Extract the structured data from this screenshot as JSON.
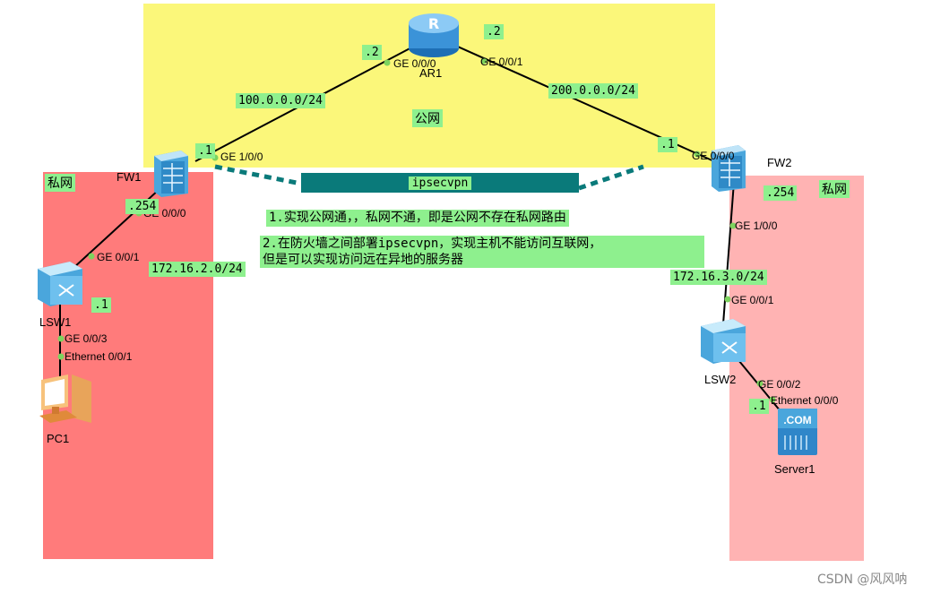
{
  "zones": {
    "public_label": "公网",
    "private_left_label": "私网",
    "private_right_label": "私网"
  },
  "devices": {
    "ar1": "AR1",
    "fw1": "FW1",
    "fw2": "FW2",
    "lsw1": "LSW1",
    "lsw2": "LSW2",
    "pc1": "PC1",
    "server1": "Server1"
  },
  "interfaces": {
    "ar1_left": "GE 0/0/0",
    "ar1_right": "GE 0/0/1",
    "fw1_up": "GE 1/0/0",
    "fw1_down": "GE 0/0/0",
    "lsw1_up": "GE 0/0/1",
    "lsw1_down": "GE 0/0/3",
    "pc1_port": "Ethernet 0/0/1",
    "fw2_up": "GE 0/0/0",
    "fw2_down": "GE 1/0/0",
    "lsw2_up": "GE 0/0/1",
    "lsw2_down": "GE 0/0/2",
    "server1_port": "Ethernet 0/0/0"
  },
  "addresses": {
    "ar1_left_host": ".2",
    "ar1_right_host": ".2",
    "net_left": "100.0.0.0/24",
    "net_right": "200.0.0.0/24",
    "fw1_host": ".1",
    "fw2_host": ".1",
    "fw1_inside_host": ".254",
    "fw2_inside_host": ".254",
    "lan_left": "172.16.2.0/24",
    "lan_right": "172.16.3.0/24",
    "pc1_host": ".1",
    "server1_host": ".1"
  },
  "vpn_label": "ipsecvpn",
  "notes": {
    "note1": "1.实现公网通，，私网不通，即是公网不存在私网路由",
    "note2_line1": "2.在防火墙之间部署ipsecvpn，实现主机不能访问互联网，",
    "note2_line2": "但是可以实现访问远在异地的服务器"
  },
  "server_badge": ".COM",
  "router_letter": "R",
  "watermark": "CSDN @风风呐",
  "colors": {
    "public_zone": "#fbf77a",
    "private_left": "#ff7b7b",
    "private_right": "#ffb3b3",
    "label_bg": "#8ef08e",
    "vpn_bar": "#0a7a7a"
  }
}
